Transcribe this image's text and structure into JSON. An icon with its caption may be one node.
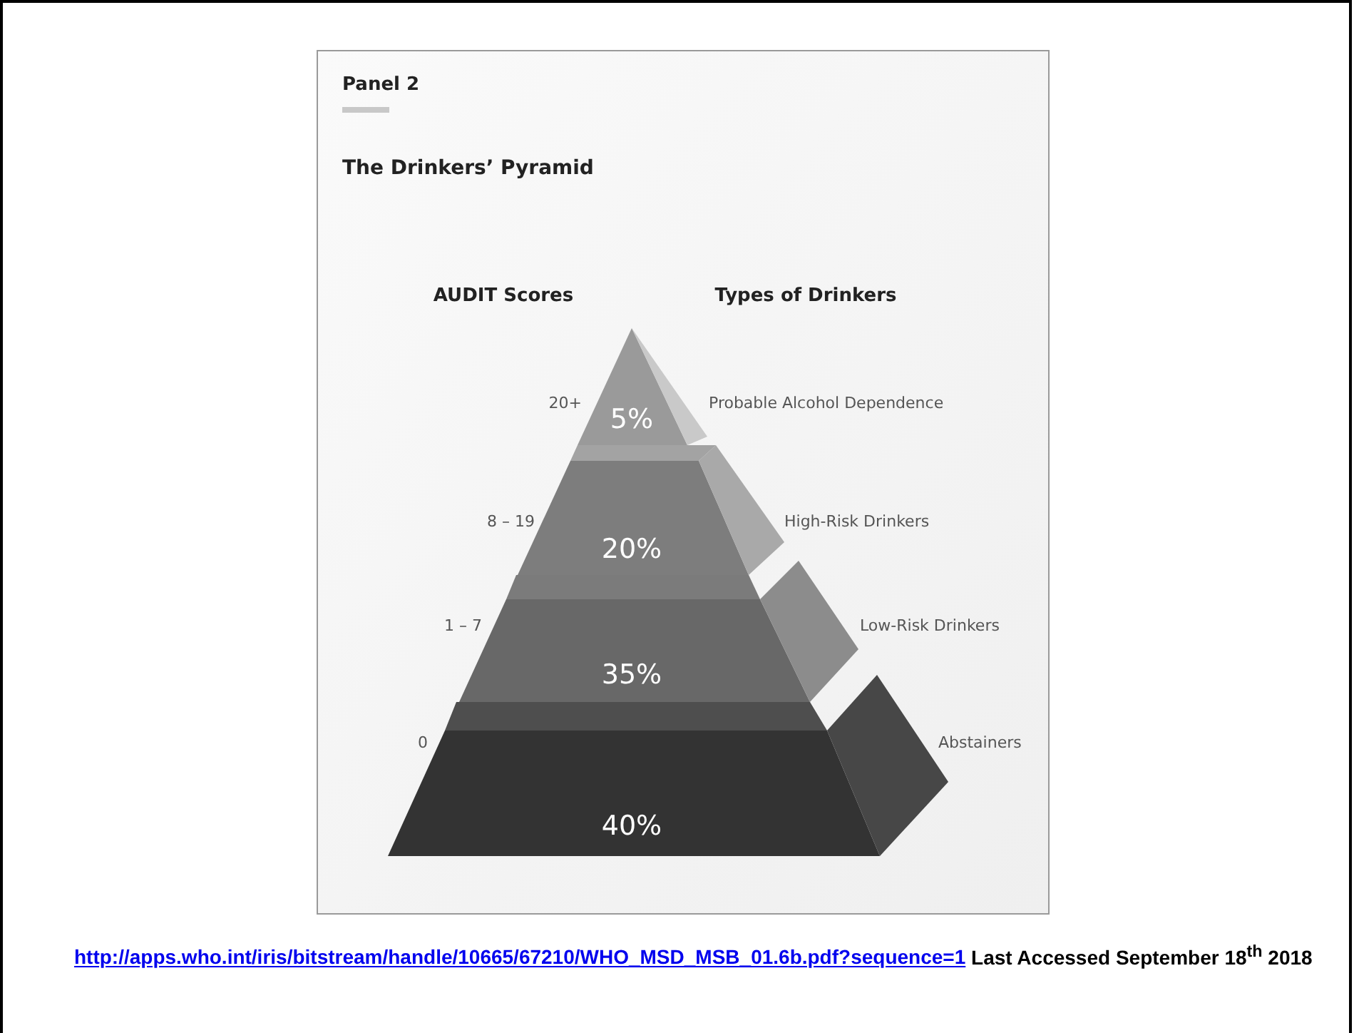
{
  "diagram": {
    "title": "The Drinkers’ Pyramid",
    "nodes": [
      {
        "text": [
          "5%"
        ],
        "beside": [
          "20+",
          "Probable Alcohol Dependence"
        ]
      },
      {
        "text": [
          "20%"
        ],
        "beside": [
          "8 – 19",
          "High-Risk Drinkers"
        ]
      },
      {
        "text": [
          "35%"
        ],
        "beside": [
          "1 – 7",
          "Low-Risk Drinkers"
        ]
      },
      {
        "text": [
          "40%"
        ],
        "beside": [
          "0",
          "Abstainers"
        ]
      }
    ],
    "labels": [
      "Panel 2",
      "AUDIT Scores",
      "Types of Drinkers",
      "http://apps.who.int/iris/bitstream/handle/10665/67210/WHO_MSD_MSB_01.6b.pdf?sequence=1",
      "Last Accessed September 18$^{th}$ 2018"
    ]
  }
}
